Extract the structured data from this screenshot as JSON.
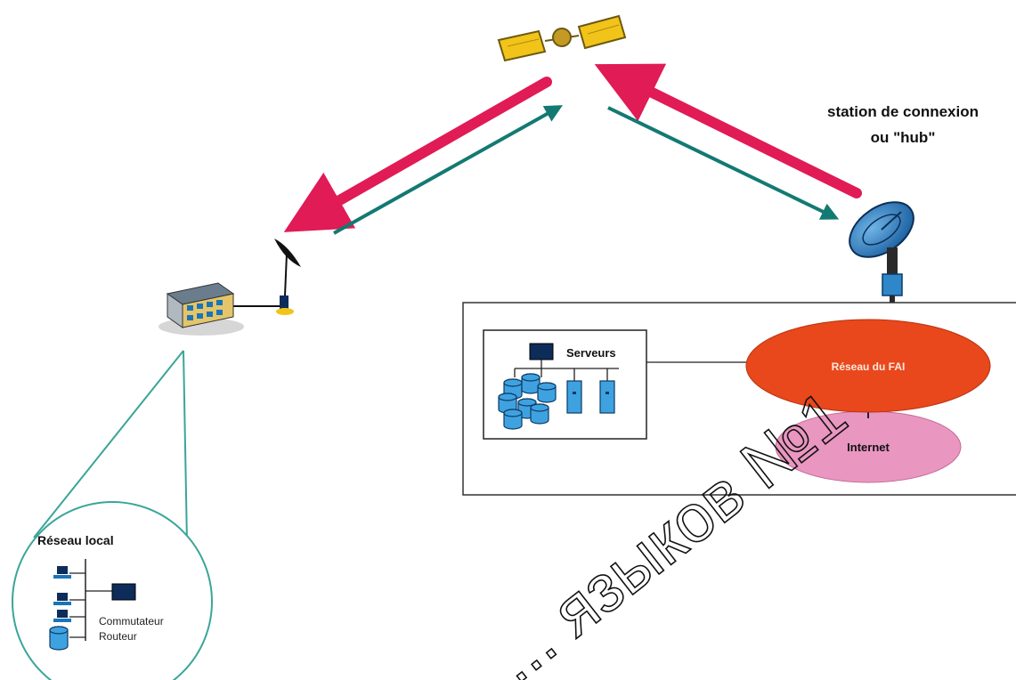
{
  "hub": {
    "line1": "station de connexion",
    "line2": "ou \"hub\""
  },
  "servers": {
    "label": "Serveurs"
  },
  "isp_network": {
    "label": "Réseau du FAI"
  },
  "internet": {
    "label": "Internet"
  },
  "local_network": {
    "title": "Réseau local",
    "device_line1": "Commutateur",
    "device_line2": "Routeur"
  },
  "watermark": {
    "text": "... языков №1"
  },
  "colors": {
    "uplink_arrow": "#e01b55",
    "downlink_arrow": "#127a72",
    "isp_network": "#e8481c",
    "internet": "#e996c0",
    "device_blue": "#1a75b8",
    "zoom_circle": "#3aa59a"
  },
  "icons": [
    "satellite-icon",
    "satellite-dish-icon",
    "building-icon",
    "server-cluster-icon",
    "workstation-icon",
    "switch-icon",
    "database-icon"
  ]
}
